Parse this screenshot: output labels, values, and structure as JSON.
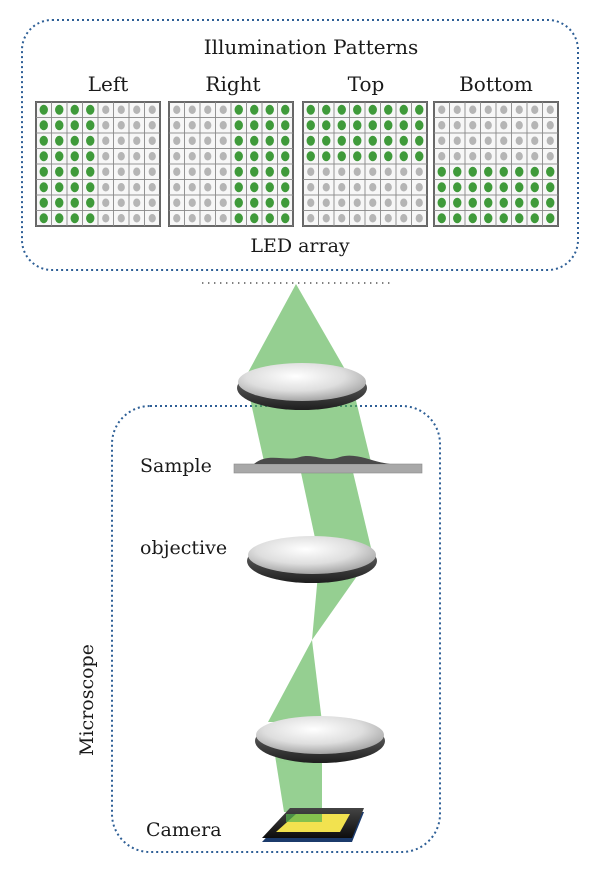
{
  "title": "Illumination Patterns",
  "patterns": [
    {
      "label": "Left",
      "lit": "left"
    },
    {
      "label": "Right",
      "lit": "right"
    },
    {
      "label": "Top",
      "lit": "top"
    },
    {
      "label": "Bottom",
      "lit": "bottom"
    }
  ],
  "grid": {
    "rows": 8,
    "cols": 8
  },
  "led_label": "LED array",
  "microscope_label": "Microscope",
  "sample_label": "Sample",
  "objective_label": "objective",
  "camera_label": "Camera",
  "colors": {
    "led_on": "#3f9a3a",
    "led_off": "#b5b5b5",
    "beam": "#55b34f",
    "frame": "#2e5f96",
    "sensor": "#f2e24f"
  }
}
